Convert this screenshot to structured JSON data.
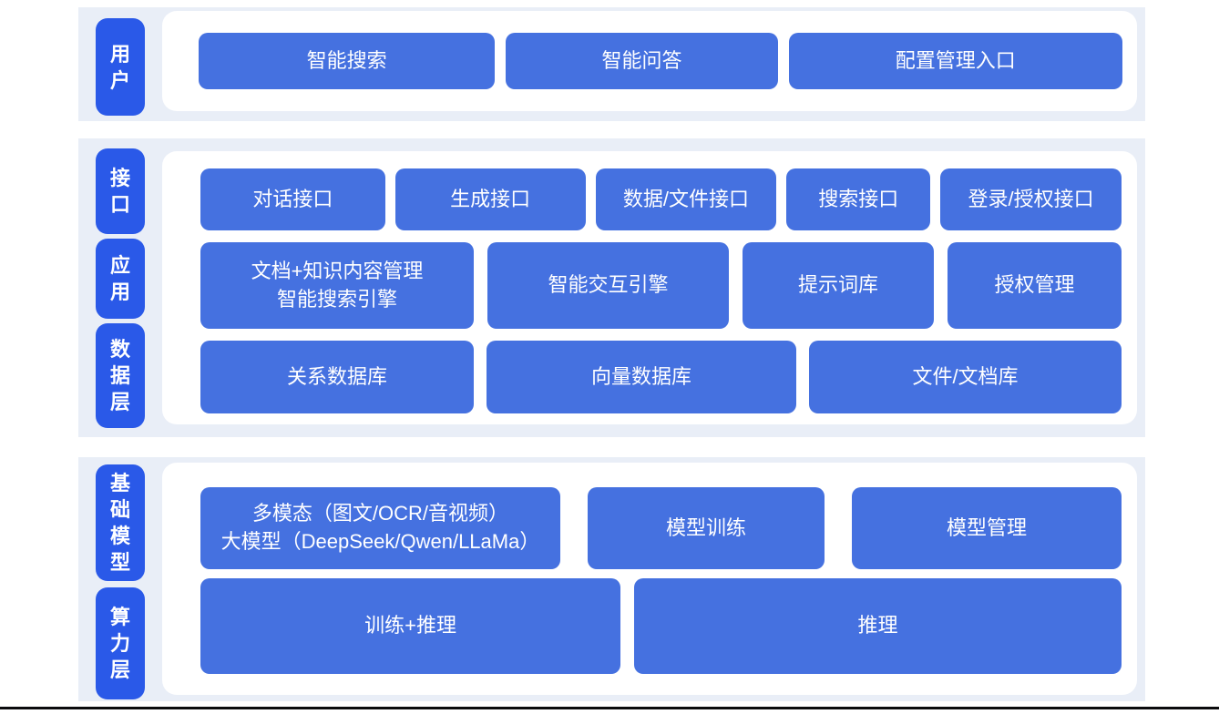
{
  "colors": {
    "band_background": "#E9EEF7",
    "layer_label_blue": "#2A59E8",
    "node_button_blue": "#4571E0",
    "page_background": "#FFFFFF",
    "bottom_line": "#0B0B0D",
    "text": "#FFFFFF"
  },
  "bands": [
    {
      "name": "user-layer-band",
      "labels": [
        "用户"
      ],
      "rows": [
        {
          "buttons": [
            {
              "label": "智能搜索"
            },
            {
              "label": "智能问答"
            },
            {
              "label": "配置管理入口"
            }
          ]
        }
      ]
    },
    {
      "name": "interface-application-data-band",
      "labels": [
        "接口",
        "应用",
        "数据层"
      ],
      "rows": [
        {
          "buttons": [
            {
              "label": "对话接口"
            },
            {
              "label": "生成接口"
            },
            {
              "label": "数据/文件接口"
            },
            {
              "label": "搜索接口"
            },
            {
              "label": "登录/授权接口"
            }
          ]
        },
        {
          "buttons": [
            {
              "label": "文档+知识内容管理\n智能搜索引擎"
            },
            {
              "label": "智能交互引擎"
            },
            {
              "label": "提示词库"
            },
            {
              "label": "授权管理"
            }
          ]
        },
        {
          "buttons": [
            {
              "label": "关系数据库"
            },
            {
              "label": "向量数据库"
            },
            {
              "label": "文件/文档库"
            }
          ]
        }
      ]
    },
    {
      "name": "foundation-model-compute-band",
      "labels": [
        "基础模型",
        "算力层"
      ],
      "rows": [
        {
          "buttons": [
            {
              "label": "多模态（图文/OCR/音视频）\n大模型（DeepSeek/Qwen/LLaMa）"
            },
            {
              "label": "模型训练"
            },
            {
              "label": "模型管理"
            }
          ]
        },
        {
          "buttons": [
            {
              "label": "训练+推理"
            },
            {
              "label": "推理"
            }
          ]
        }
      ]
    }
  ]
}
